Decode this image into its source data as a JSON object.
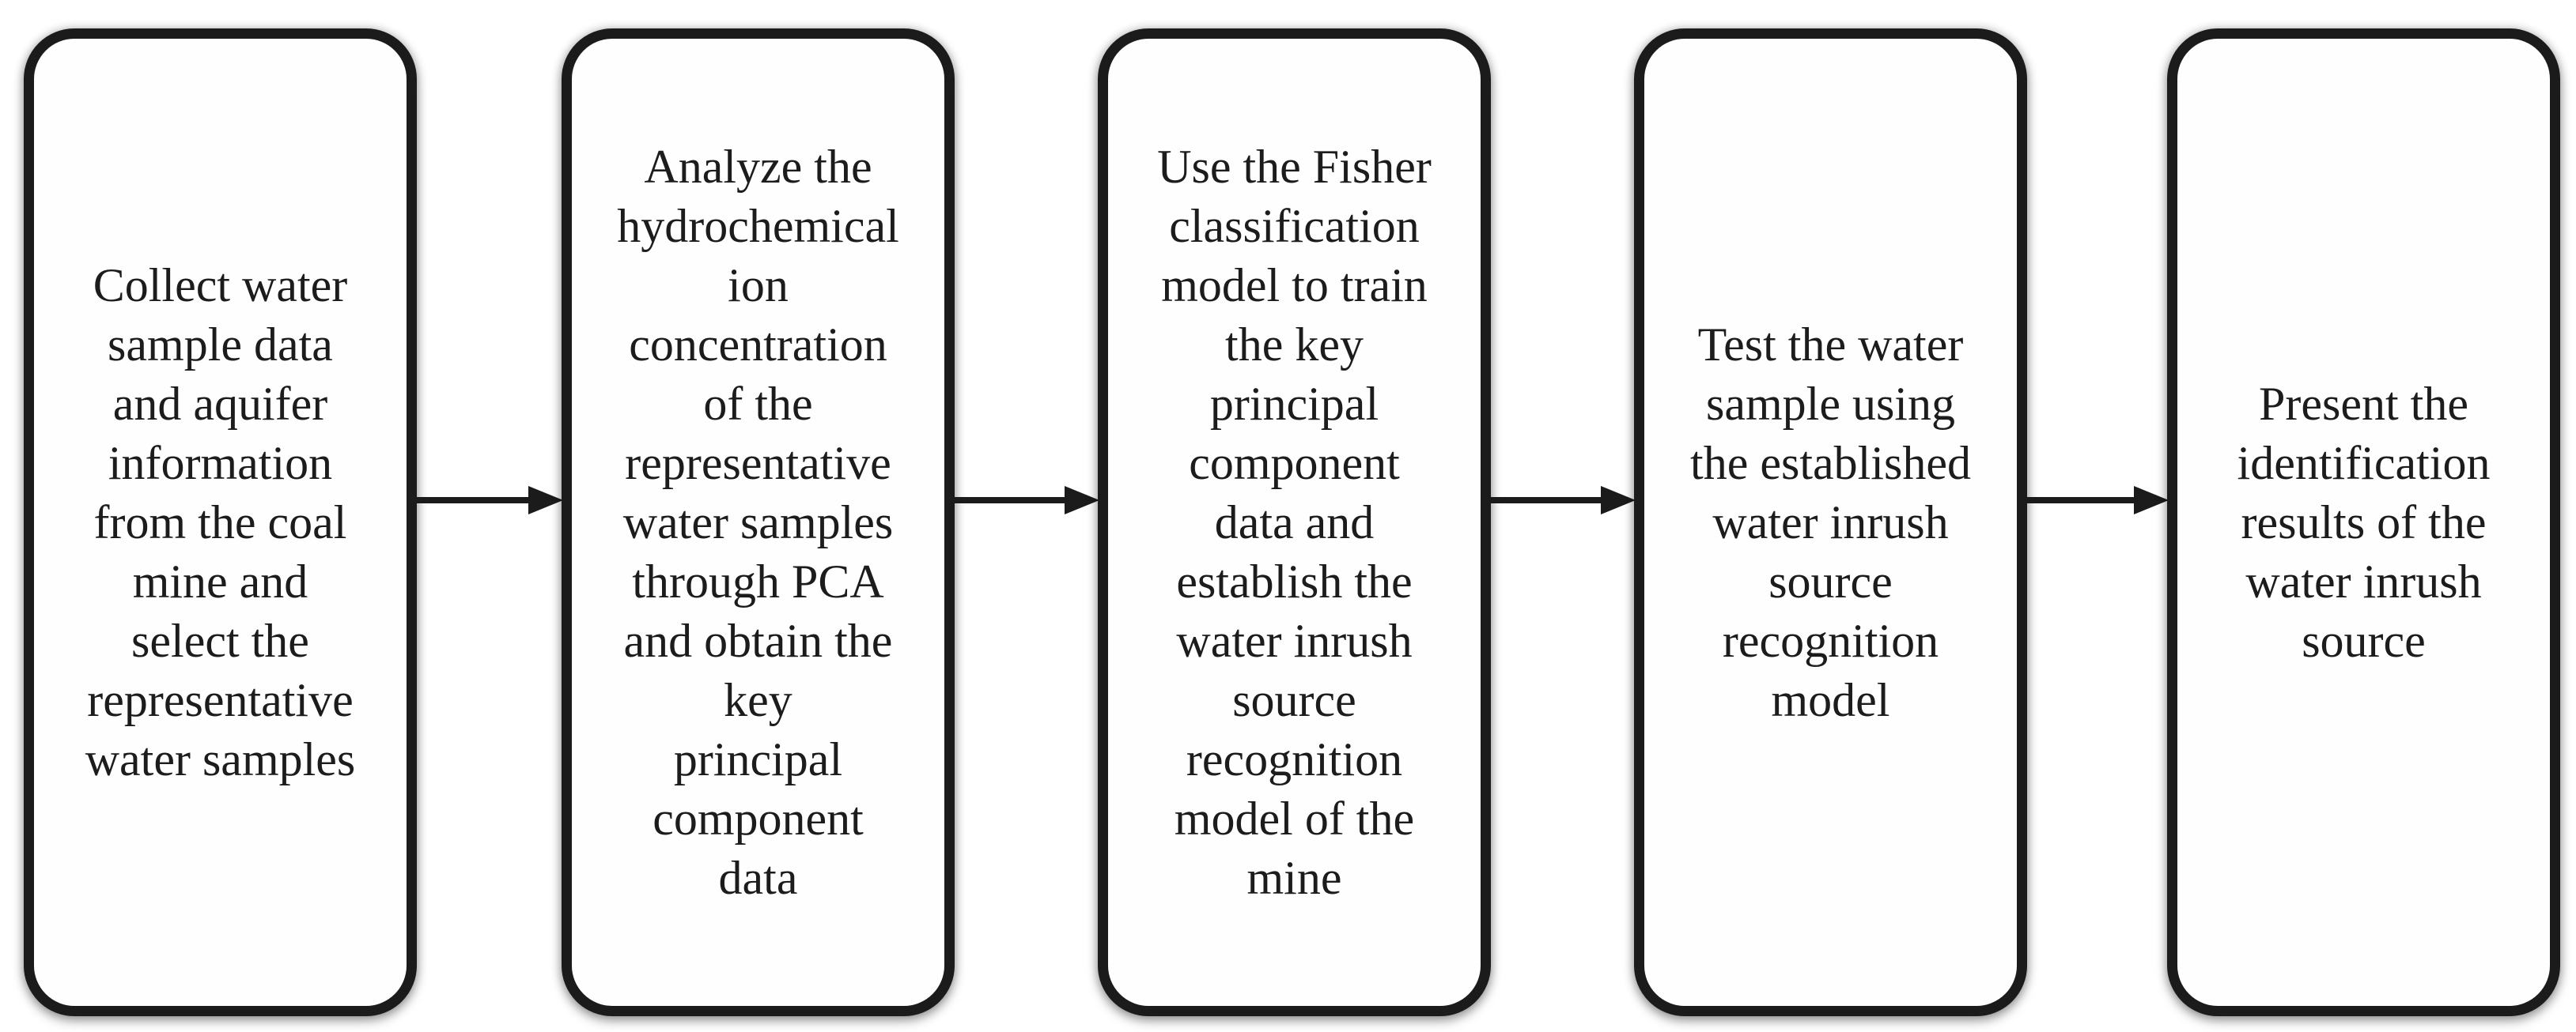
{
  "figure": {
    "type": "flowchart",
    "orientation": "horizontal",
    "step_count": 5
  },
  "colors": {
    "background": "#ffffff",
    "box_fill": "#fefefe",
    "box_border": "#1b1b1b",
    "text": "#1c1c1c",
    "arrow": "#1b1b1b"
  },
  "steps": [
    {
      "id": 1,
      "text": "Collect water\nsample data\nand aquifer\ninformation\nfrom the coal\nmine and\nselect the\nrepresentative\nwater samples"
    },
    {
      "id": 2,
      "text": "Analyze the\nhydrochemical\nion\nconcentration\nof the\nrepresentative\nwater samples\nthrough PCA\nand obtain the\nkey\nprincipal\ncomponent\ndata"
    },
    {
      "id": 3,
      "text": "Use the Fisher\nclassification\nmodel to train\nthe key\nprincipal\ncomponent\ndata and\nestablish the\nwater inrush\nsource\nrecognition\nmodel of the\nmine"
    },
    {
      "id": 4,
      "text": "Test the water\nsample using\nthe established\nwater inrush\nsource\nrecognition\nmodel"
    },
    {
      "id": 5,
      "text": "Present the\nidentification\nresults of the\nwater inrush\nsource"
    }
  ],
  "connectors": [
    {
      "from": 1,
      "to": 2,
      "type": "arrow-right"
    },
    {
      "from": 2,
      "to": 3,
      "type": "arrow-right"
    },
    {
      "from": 3,
      "to": 4,
      "type": "arrow-right"
    },
    {
      "from": 4,
      "to": 5,
      "type": "arrow-right"
    }
  ]
}
